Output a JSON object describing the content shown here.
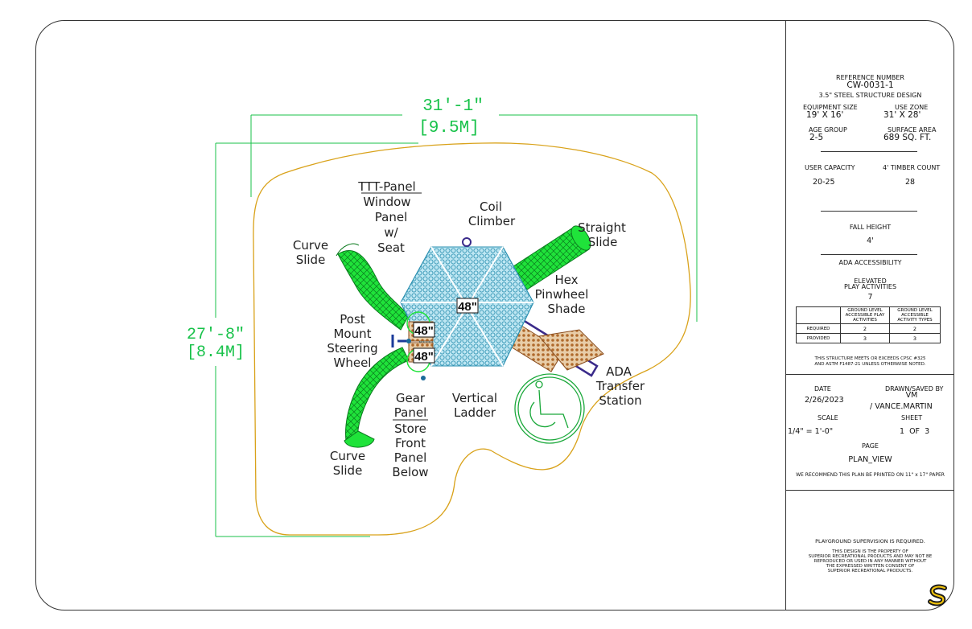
{
  "plan": {
    "width_dimension": {
      "imperial": "31'-1\"",
      "metric": "[9.5M]"
    },
    "height_dimension": {
      "imperial": "27'-8\"",
      "metric": "[8.4M]"
    },
    "deck_heights": [
      "48\"",
      "48\"",
      "48\""
    ],
    "labels": {
      "ttt_panel": "TTT-Panel",
      "window_panel": "Window",
      "panel": "Panel",
      "w": "w/",
      "seat": "Seat",
      "coil_1": "Coil",
      "coil_2": "Climber",
      "straight_1": "Straight",
      "straight_2": "Slide",
      "curve_top_1": "Curve",
      "curve_top_2": "Slide",
      "hex_1": "Hex",
      "hex_2": "Pinwheel",
      "hex_3": "Shade",
      "post_1": "Post",
      "post_2": "Mount",
      "post_3": "Steering",
      "post_4": "Wheel",
      "ada_1": "ADA",
      "ada_2": "Transfer",
      "ada_3": "Station",
      "gear_1": "Gear",
      "gear_2": "Panel",
      "store_1": "Store",
      "store_2": "Front",
      "store_3": "Panel",
      "store_4": "Below",
      "vert_1": "Vertical",
      "vert_2": "Ladder",
      "curve_bot_1": "Curve",
      "curve_bot_2": "Slide"
    },
    "colors": {
      "dimension": "#18c24a",
      "use_zone": "#d9a21a",
      "slide": "#1fe33a",
      "hex_shade": "#7fd0e8",
      "deck": "#c98a4e",
      "transfer_frame": "#3a2a8a",
      "coil": "#3a2a8a",
      "wheelchair": "#1aa83a"
    }
  },
  "title_block": {
    "reference_label": "REFERENCE NUMBER",
    "reference_number": "CW-0031-1",
    "design": "3.5\" STEEL STRUCTURE DESIGN",
    "equipment_size_label": "EQUIPMENT SIZE",
    "equipment_size": "19' X 16'",
    "use_zone_label": "USE ZONE",
    "use_zone": "31' X 28'",
    "age_group_label": "AGE GROUP",
    "age_group": "2-5",
    "surface_area_label": "SURFACE AREA",
    "surface_area": "689 SQ. FT.",
    "user_capacity_label": "USER CAPACITY",
    "user_capacity": "20-25",
    "timber_count_label": "4' TIMBER COUNT",
    "timber_count": "28",
    "fall_height_label": "FALL HEIGHT",
    "fall_height": "4'",
    "ada_label": "ADA ACCESSIBILITY",
    "elevated_label_1": "ELEVATED",
    "elevated_label_2": "PLAY ACTIVITIES",
    "elevated_value": "7",
    "table": {
      "headers": [
        "",
        "GROUND LEVEL ACCESSIBLE PLAY ACTIVITIES",
        "GROUND LEVEL ACCESSIBLE ACTIVITY TYPES"
      ],
      "rows": [
        {
          "label": "REQUIRED",
          "a": "2",
          "b": "2"
        },
        {
          "label": "PROVIDED",
          "a": "3",
          "b": "3"
        }
      ]
    },
    "compliance_1": "THIS STRUCTURE MEETS OR EXCEEDS CPSC #325",
    "compliance_2": "AND ASTM F1487-21 UNLESS OTHERWISE NOTED.",
    "date_label": "DATE",
    "date": "2/26/2023",
    "drawn_label": "DRAWN/SAVED BY",
    "drawn_1": "VM",
    "drawn_2": "/ VANCE.MARTIN",
    "scale_label": "SCALE",
    "scale": "1/4\" = 1'-0\"",
    "sheet_label": "SHEET",
    "sheet": "1  OF  3",
    "page_label": "PAGE",
    "page": "PLAN_VIEW",
    "print_note": "WE RECOMMEND THIS PLAN BE PRINTED ON 11\" x 17\" PAPER",
    "supervision": "PLAYGROUND SUPERVISION IS REQUIRED.",
    "property_1": "THIS DESIGN IS THE PROPERTY OF",
    "property_2": "SUPERIOR RECREATIONAL PRODUCTS AND MAY NOT BE",
    "property_3": "REPRODUCED OR USED IN ANY MANNER WITHOUT",
    "property_4": "THE EXPRESSED WRITTEN CONSENT OF",
    "property_5": "SUPERIOR RECREATIONAL PRODUCTS.",
    "logo": "S"
  }
}
